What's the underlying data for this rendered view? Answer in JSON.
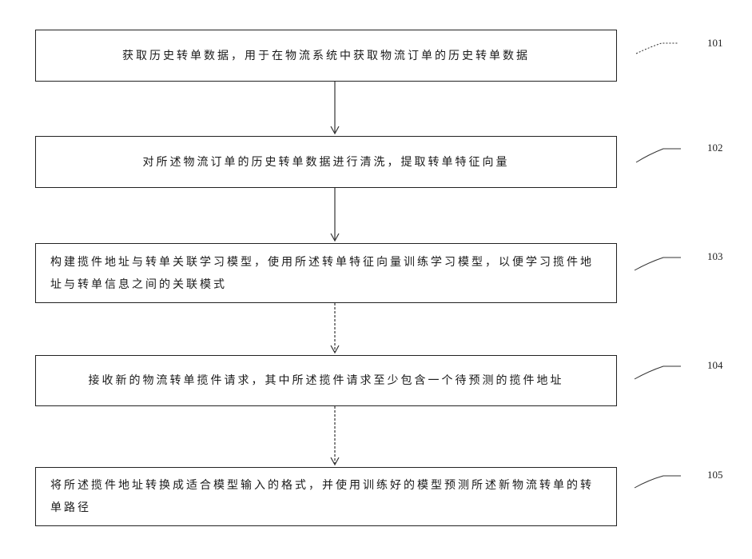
{
  "steps": [
    {
      "ref": "101",
      "text": "获取历史转单数据，用于在物流系统中获取物流订单的历史转单数据"
    },
    {
      "ref": "102",
      "text": "对所述物流订单的历史转单数据进行清洗，提取转单特征向量"
    },
    {
      "ref": "103",
      "text": "构建揽件地址与转单关联学习模型，使用所述转单特征向量训练学习模型，以便学习揽件地址与转单信息之间的关联模式"
    },
    {
      "ref": "104",
      "text": "接收新的物流转单揽件请求，其中所述揽件请求至少包含一个待预测的揽件地址"
    },
    {
      "ref": "105",
      "text": "将所述揽件地址转换成适合模型输入的格式，并使用训练好的模型预测所述新物流转单的转单路径"
    }
  ]
}
